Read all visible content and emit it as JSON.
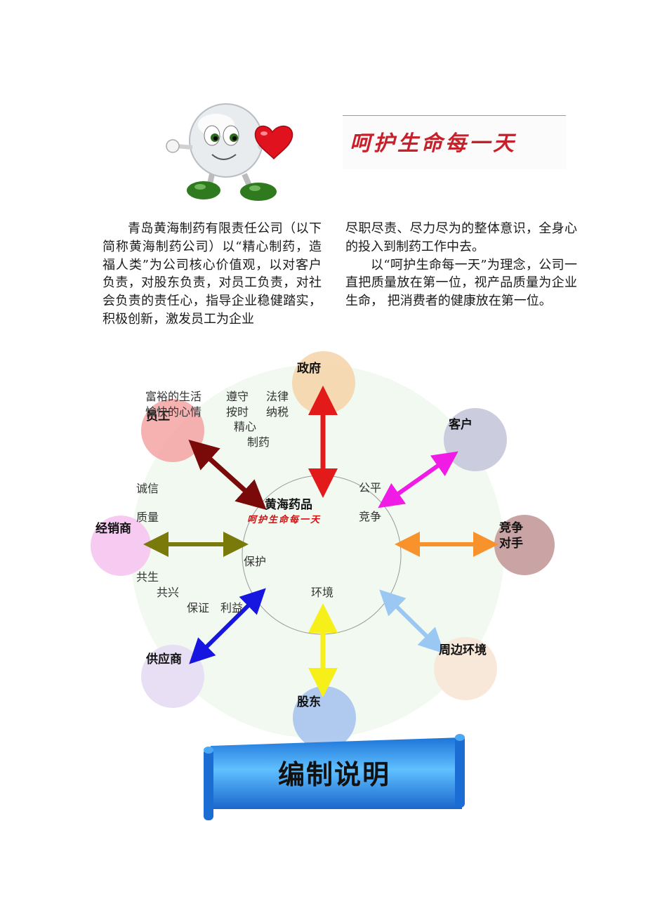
{
  "slogan": "呵护生命每一天",
  "intro": {
    "left_paragraph": "青岛黄海制药有限责任公司（以下简称黄海制药公司）以“精心制药，造福人类”为公司核心价值观，以对客户负责，对股东负责，对员工负责，对社会负责的责任心，指导企业稳健踏实，积极创新，激发员工为企业",
    "right_paragraph_1": "尽职尽责、尽力尽为的整体意识，全身心的投入到制药工作中去。",
    "right_paragraph_2": "以“呵护生命每一天”为理念，公司一直把质量放在第一位，视产品质量为企业生命， 把消费者的健康放在第一位。"
  },
  "diagram": {
    "center_title": "黄海药品",
    "center_slogan": "呵护生命每一天",
    "nodes": {
      "government": "政府",
      "customer": "客户",
      "competitor_line1": "竞争",
      "competitor_line2": "对手",
      "environment": "周边环境",
      "shareholder": "股东",
      "supplier": "供应商",
      "distributor": "经销商",
      "employee": "员工"
    },
    "labels": {
      "rich_life": "富裕的生活",
      "happy_mood": "愉快的心情",
      "obey": "遵守",
      "law": "法律",
      "on_time": "按时",
      "pay_tax": "纳税",
      "careful": "精心",
      "make_medicine": "制药",
      "fair": "公平",
      "compete": "竞争",
      "integrity": "诚信",
      "quality": "质量",
      "protect": "保护",
      "coexist": "共生",
      "prosper": "共兴",
      "guarantee": "保证",
      "benefit": "利益",
      "environment": "环境"
    },
    "colors": {
      "government": "#f5d3a8",
      "customer": "#c7c7dc",
      "competitor": "#c49a9a",
      "environment": "#f7e6d6",
      "shareholder": "#a9c4ee",
      "supplier": "#e6dcf3",
      "distributor": "#f6c4f1",
      "employee": "#f5a3a3",
      "arrow_government": "#e21a1a",
      "arrow_customer": "#f01ce6",
      "arrow_competitor": "#f7922d",
      "arrow_environment": "#9bc8f2",
      "arrow_shareholder": "#f7ef19",
      "arrow_supplier": "#1616e0",
      "arrow_distributor": "#7a7a0a",
      "arrow_employee": "#7a0a0a",
      "background_circle": "#eef8ee"
    }
  },
  "banner": {
    "title": "编制说明",
    "color": "#2a8be6"
  }
}
